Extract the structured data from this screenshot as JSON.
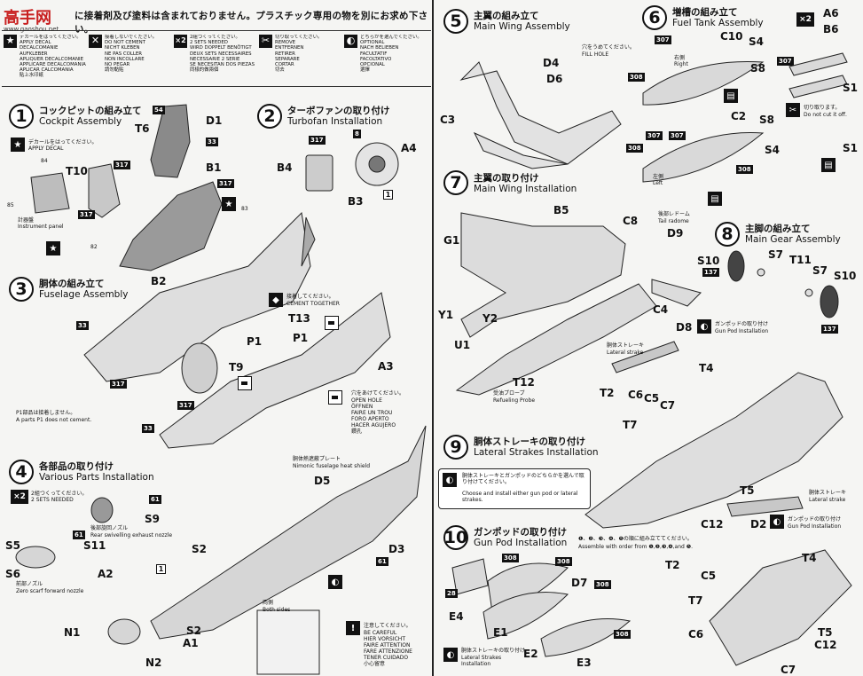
{
  "header": {
    "logo_text": "高手网",
    "logo_sub": "www.gaoshou.net",
    "note": "に接着剤及び塗料は含まれておりません。プラスチック専用の物を別にお求め下さい。"
  },
  "legend": [
    {
      "symbol": "★",
      "lines": [
        "デカールをはってください。",
        "APPLY DECAL",
        "DECALCOMANIE",
        "AUFKLEBER",
        "APLIQUER DECALCOMANIE",
        "APPLICARE DECALCOMANIA",
        "APLICAR CALCOMANIA",
        "貼上水印紙"
      ]
    },
    {
      "symbol": "✕",
      "lines": [
        "接着しないでください。",
        "DO NOT CEMENT",
        "NICHT KLEBEN",
        "NE PAS COLLER",
        "NON INCOLLARE",
        "NO PEGAR",
        "請勿黏貼"
      ]
    },
    {
      "symbol": "×2",
      "lines": [
        "2組つくってください。",
        "2 SETS NEEDED",
        "WIRD DOPPELT BENÖTIGT",
        "DEUX SETS NECESSAIRES",
        "NECESSARIE 2 SERIE",
        "SE NECESITAN DOS PIEZAS",
        "同樣的做兩個"
      ]
    },
    {
      "symbol": "✂",
      "lines": [
        "切り取ってください。",
        "REMOVE",
        "ENTFERNEN",
        "RETIRER",
        "SEPARARE",
        "CORTAR",
        "切去"
      ]
    },
    {
      "symbol": "◐",
      "lines": [
        "どちらかを選んでください。",
        "OPTIONAL",
        "NACH BELIEBEN",
        "FACULTATIF",
        "FACOLTATIVO",
        "OPCIONAL",
        "選擇"
      ]
    }
  ],
  "steps": {
    "s1": {
      "num": "1",
      "jp": "コックピットの組み立て",
      "en": "Cockpit Assembly",
      "decal_jp": "デカールをはってください。",
      "decal_en": "APPLY DECAL",
      "panel_jp": "計器盤",
      "panel_en": "Instrument panel",
      "parts": [
        "D1",
        "T6",
        "B1",
        "T10"
      ],
      "decals": [
        "54",
        "33",
        "317",
        "317",
        "317",
        "84",
        "85",
        "82",
        "83"
      ]
    },
    "s2": {
      "num": "2",
      "jp": "ターボファンの取り付け",
      "en": "Turbofan Installation",
      "parts": [
        "A4",
        "B4",
        "B3"
      ],
      "decals": [
        "8",
        "317"
      ],
      "qty": "1"
    },
    "s3": {
      "num": "3",
      "jp": "胴体の組み立て",
      "en": "Fuselage Assembly",
      "parts": [
        "B2",
        "T13",
        "P1",
        "P1",
        "T9",
        "A3"
      ],
      "decals": [
        "33",
        "317",
        "317",
        "33"
      ],
      "cement_jp": "接着してください。",
      "cement_en": "CEMENT TOGETHER",
      "open_hole": [
        "穴をあけてください。",
        "OPEN HOLE",
        "ÖFFNEN",
        "FAIRE UN TROU",
        "FORO APERTO",
        "HACER AGUJERO",
        "鑽孔"
      ],
      "p1_jp": "P1部品は接着しません。",
      "p1_en": "A parts P1 does not cement."
    },
    "s4": {
      "num": "4",
      "jp": "各部品の取り付け",
      "en": "Various Parts Installation",
      "sets_jp": "2組つくってください。",
      "sets_en": "2 SETS NEEDED",
      "parts": [
        "S9",
        "S11",
        "S5",
        "S6",
        "A2",
        "S2",
        "D5",
        "D3",
        "N1",
        "N2",
        "S2",
        "A1"
      ],
      "swivel_jp": "後部旋回ノズル",
      "swivel_en": "Rear swivelling exhaust nozzle",
      "zero_jp": "前部ノズル",
      "zero_en": "Zero scarf forward nozzle",
      "heat_jp": "胴体熱遮蔽プレート",
      "heat_en": "Nimonic fuselage heat shield",
      "both_jp": "両側",
      "both_en": "Both sides",
      "careful": [
        "注意してください。",
        "BE CAREFUL",
        "HIER VORSICHT",
        "FAIRE ATTENTION",
        "FARE ATTENZIONE",
        "TENER CUIDADO",
        "小心留意"
      ],
      "decals": [
        "61",
        "61",
        "61"
      ],
      "qty": "1"
    },
    "s5": {
      "num": "5",
      "jp": "主翼の組み立て",
      "en": "Main Wing Assembly",
      "parts": [
        "D4",
        "D6",
        "C3"
      ],
      "fill_jp": "穴をうめてください。",
      "fill_en": "FILL HOLE"
    },
    "s6": {
      "num": "6",
      "jp": "増槽の組み立て",
      "en": "Fuel Tank Assembly",
      "parts": [
        "C10",
        "S4",
        "S8",
        "C2",
        "S8",
        "S4",
        "A6",
        "B6",
        "S1",
        "S1"
      ],
      "right_jp": "右側",
      "right_en": "Right",
      "left_jp": "左側",
      "left_en": "Left",
      "cut_jp": "切り取ります。",
      "cut_en": "Do not cut it off.",
      "decals": [
        "307",
        "307",
        "308",
        "307",
        "308",
        "308",
        "307"
      ]
    },
    "s7": {
      "num": "7",
      "jp": "主翼の取り付け",
      "en": "Main Wing Installation",
      "parts": [
        "B5",
        "C8",
        "D9",
        "G1",
        "Y1",
        "Y2",
        "C4",
        "U1",
        "T12"
      ],
      "radome_jp": "後部レドーム",
      "radome_en": "Tail radome",
      "probe_jp": "受油プローブ",
      "probe_en": "Refueling Probe"
    },
    "s8": {
      "num": "8",
      "jp": "主脚の組み立て",
      "en": "Main Gear Assembly",
      "parts": [
        "S10",
        "S7",
        "T11",
        "S7",
        "S10"
      ],
      "decals": [
        "137",
        "137"
      ]
    },
    "s9": {
      "num": "9",
      "jp": "胴体ストレーキの取り付け",
      "en": "Lateral Strakes Installation",
      "choose_jp": "胴体ストレーキとガンポッドのどちらかを選んで取り付けてください。",
      "choose_en": "Choose and install either gun pod or lateral strakes.",
      "parts": [
        "D8",
        "T4",
        "T2",
        "C6",
        "C5",
        "C7",
        "T7",
        "T5",
        "C12",
        "D2"
      ],
      "strake_jp": "胴体ストレーキ",
      "strake_en": "Lateral strake",
      "gunpod_jp": "ガンポッドの取り付け",
      "gunpod_en": "Gun Pod Installation"
    },
    "s10": {
      "num": "10",
      "jp": "ガンポッドの取り付け",
      "en": "Gun Pod Installation",
      "order_jp": "❶、❷、❸、❹、❺の順に組み立ててください。",
      "order_en": "Assemble with order from ❶,❷,❸,❹,and ❺.",
      "parts": [
        "D7",
        "E4",
        "E1",
        "E2",
        "E3",
        "T2",
        "C5",
        "T7",
        "C6",
        "T4",
        "T5",
        "C12",
        "C7"
      ],
      "decals": [
        "308",
        "308",
        "308",
        "308",
        "28"
      ],
      "strakes_jp": "胴体ストレーキの取り付け",
      "strakes_en": "Lateral Strakes Installation"
    }
  }
}
